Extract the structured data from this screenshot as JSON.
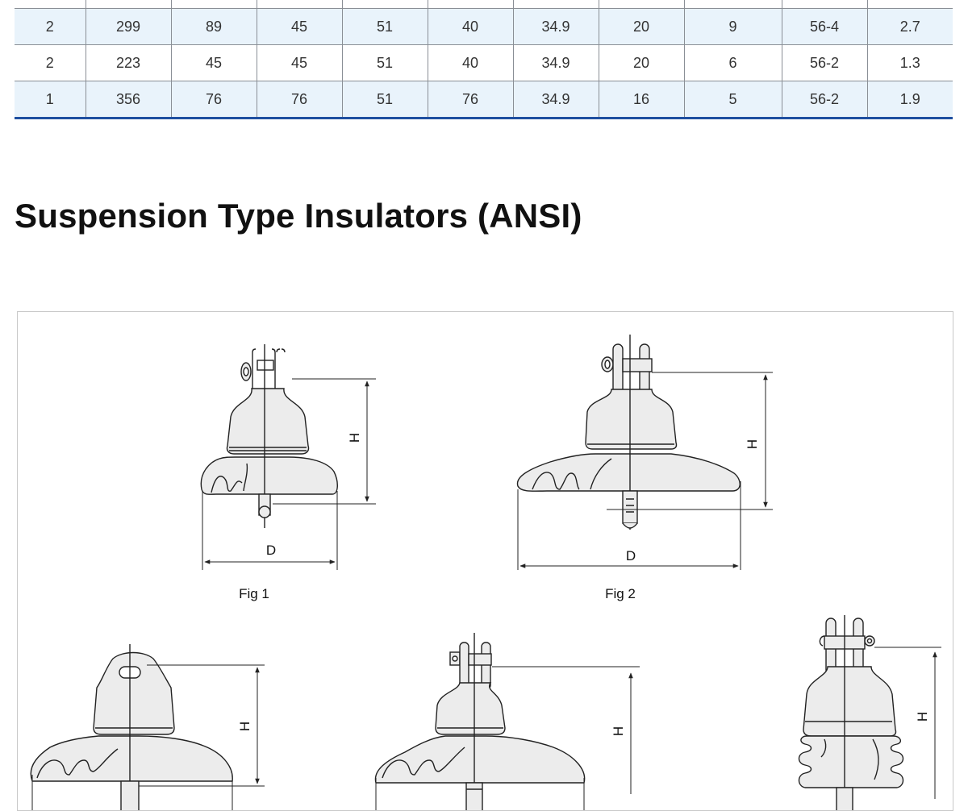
{
  "spec_table": {
    "rows": [
      [
        "2",
        "299",
        "89",
        "45",
        "51",
        "40",
        "34.9",
        "20",
        "9",
        "56-4",
        "2.7"
      ],
      [
        "2",
        "223",
        "45",
        "45",
        "51",
        "40",
        "34.9",
        "20",
        "6",
        "56-2",
        "1.3"
      ],
      [
        "1",
        "356",
        "76",
        "76",
        "51",
        "76",
        "34.9",
        "16",
        "5",
        "56-2",
        "1.9"
      ]
    ]
  },
  "section": {
    "title": "Suspension Type Insulators  (ANSI)"
  },
  "figures": {
    "fig1": {
      "caption": "Fig 1",
      "dim_h": "H",
      "dim_d": "D"
    },
    "fig2": {
      "caption": "Fig 2",
      "dim_h": "H",
      "dim_d": "D"
    },
    "fig3": {
      "dim_h": "H"
    },
    "fig4": {
      "dim_h": "H"
    },
    "fig5": {
      "dim_h": "H"
    }
  },
  "colors": {
    "row_shade": "#e9f3fb",
    "table_rule": "#1e4fa0",
    "insulator_fill": "#ececec"
  }
}
